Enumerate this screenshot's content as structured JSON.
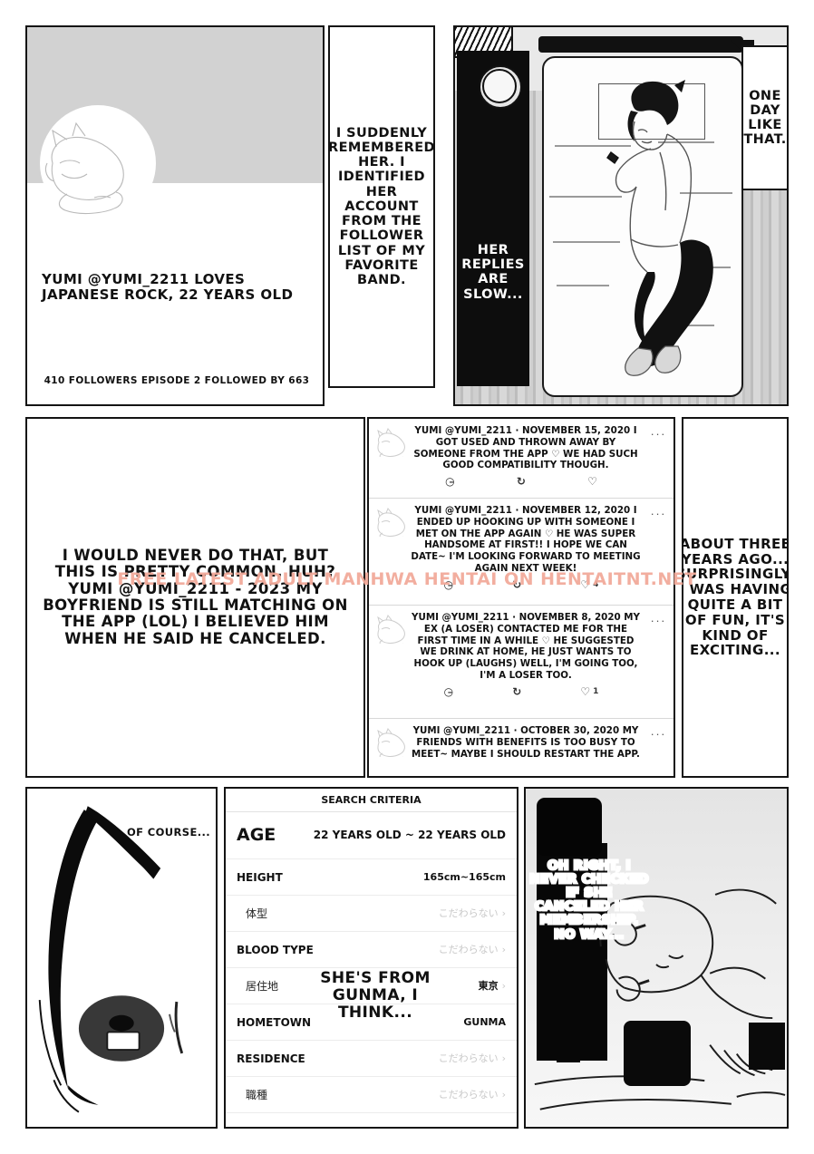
{
  "page": {
    "watermark": "FREE LATEST ADULT MANHWA HENTAI ON HENTAITNT.NET"
  },
  "tier1": {
    "profile": {
      "name_line": "YUMI @YUMI_2211 LOVES JAPANESE ROCK, 22 YEARS OLD",
      "stats_line": "410 FOLLOWERS EPISODE 2 FOLLOWED BY 663",
      "avatar_icon": "sleeping-cat-avatar"
    },
    "narration_1": "I SUDDENLY REMEMBERED HER. I IDENTIFIED HER ACCOUNT FROM THE FOLLOWER LIST OF MY FAVORITE BAND.",
    "photo_panel": {
      "caption_left": "HER REPLIES ARE SLOW...",
      "scene": "man-lying-on-futon-with-phone"
    },
    "narration_2": "ONE DAY LIKE THAT."
  },
  "tier2": {
    "monolog": "I WOULD NEVER DO THAT, BUT THIS IS PRETTY COMMON, HUH? YUMI @YUMI_2211 - 2023 MY BOYFRIEND IS STILL MATCHING ON THE APP (LOL) I BELIEVED HIM WHEN HE SAID HE CANCELED.",
    "timeline": {
      "tweets": [
        {
          "text": "YUMI @YUMI_2211 · NOVEMBER 15, 2020 I GOT USED AND THROWN AWAY BY SOMEONE FROM THE APP ♡ WE HAD SUCH GOOD COMPATIBILITY THOUGH.",
          "reply_count": "",
          "retweet_count": "",
          "like_count": "",
          "more": "···"
        },
        {
          "text": "YUMI @YUMI_2211 · NOVEMBER 12, 2020 I ENDED UP HOOKING UP WITH SOMEONE I MET ON THE APP AGAIN ♡ HE WAS SUPER HANDSOME AT FIRST!! I HOPE WE CAN DATE~ I'M LOOKING FORWARD TO MEETING AGAIN NEXT WEEK!",
          "reply_count": "",
          "retweet_count": "",
          "like_count": "4",
          "more": "···"
        },
        {
          "text": "YUMI @YUMI_2211 · NOVEMBER 8, 2020 MY EX (A LOSER) CONTACTED ME FOR THE FIRST TIME IN A WHILE ♡ HE SUGGESTED WE DRINK AT HOME, HE JUST WANTS TO HOOK UP (LAUGHS) WELL, I'M GOING TOO, I'M A LOSER TOO.",
          "reply_count": "",
          "retweet_count": "",
          "like_count": "1",
          "more": "···"
        },
        {
          "text": "YUMI @YUMI_2211 · OCTOBER 30, 2020 MY FRIENDS WITH BENEFITS IS TOO BUSY TO MEET~ MAYBE I SHOULD RESTART THE APP.",
          "reply_count": "",
          "retweet_count": "",
          "like_count": "",
          "more": "···"
        }
      ]
    },
    "narration_3": "ABOUT THREE YEARS AGO... SURPRISINGLY, I WAS HAVING QUITE A BIT OF FUN, IT'S KIND OF EXCITING..."
  },
  "tier3": {
    "eye_panel": {
      "caption": "OF COURSE...",
      "art": "close-up-eye"
    },
    "search": {
      "title": "SEARCH CRITERIA",
      "overlay_text": "SHE'S FROM GUNMA, I THINK...",
      "rows": [
        {
          "label": "AGE",
          "value": "22 YEARS OLD ~ 22 YEARS OLD",
          "muted": false,
          "chevron": false,
          "jp_label": false,
          "big": true
        },
        {
          "label": "HEIGHT",
          "value": "165cm~165cm",
          "muted": false,
          "chevron": false,
          "jp_label": false,
          "big": false
        },
        {
          "label": "体型",
          "value": "こだわらない",
          "muted": true,
          "chevron": true,
          "jp_label": true,
          "big": false
        },
        {
          "label": "BLOOD TYPE",
          "value": "こだわらない",
          "muted": true,
          "chevron": true,
          "jp_label": false,
          "big": false
        },
        {
          "label": "居住地",
          "value": "東京",
          "muted": false,
          "chevron": true,
          "jp_label": true,
          "big": false
        },
        {
          "label": "HOMETOWN",
          "value": "GUNMA",
          "muted": false,
          "chevron": false,
          "jp_label": false,
          "big": false
        },
        {
          "label": "RESIDENCE",
          "value": "こだわらない",
          "muted": true,
          "chevron": true,
          "jp_label": false,
          "big": false
        },
        {
          "label": "職種",
          "value": "こだわらない",
          "muted": true,
          "chevron": true,
          "jp_label": true,
          "big": false
        }
      ]
    },
    "bed_panel": {
      "speech": "OH RIGHT, I NEVER CHECKED IF SHE CANCELED HER MEMBERSHIP. NO WAY...",
      "scene": "woman-lying-in-bed-holding-phone"
    }
  }
}
